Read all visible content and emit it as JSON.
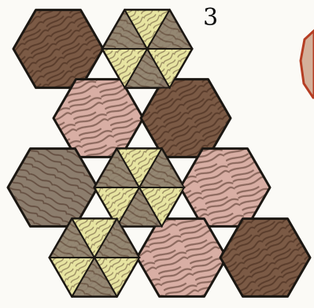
{
  "figure": {
    "number_label": "3"
  },
  "colors": {
    "dark_wood": "#7b5a45",
    "light_wood": "#d8aea4",
    "gray_wood": "#8c7d6d",
    "yellow_wood": "#e7e4a1",
    "outline": "#1b1712",
    "grain": "#3f2418",
    "partial_octagon_fill": "#d4b09a",
    "partial_octagon_stroke": "#b53d23"
  },
  "patterns": [
    {
      "id": "dark",
      "fill_key": "dark_wood"
    },
    {
      "id": "light",
      "fill_key": "light_wood"
    },
    {
      "id": "gray",
      "fill_key": "gray_wood"
    },
    {
      "id": "yellow",
      "fill_key": "yellow_wood"
    }
  ]
}
